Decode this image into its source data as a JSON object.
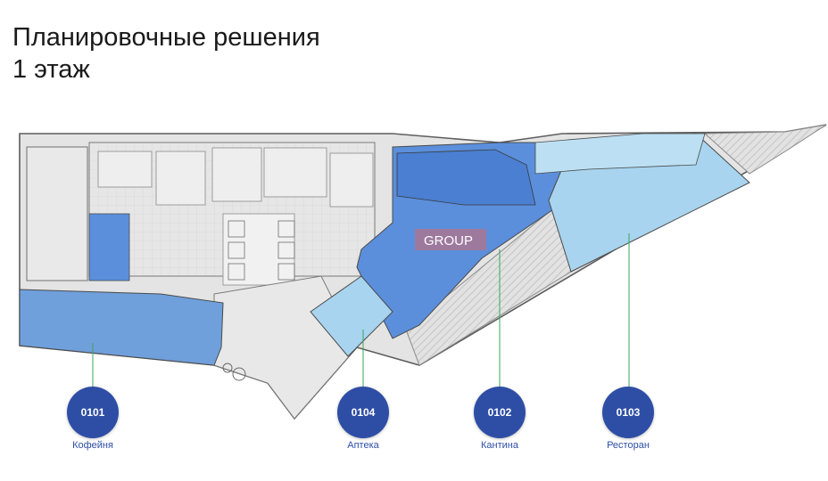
{
  "header": {
    "title_line1": "Планировочные решения",
    "title_line2": "1 этаж"
  },
  "watermark": "GROUP",
  "units": [
    {
      "id": "0101",
      "name": "Кофейня",
      "color": "#3e6fcf"
    },
    {
      "id": "0104",
      "name": "Аптека",
      "color": "#a8d4ef"
    },
    {
      "id": "0102",
      "name": "Кантина",
      "color": "#5b8fdc"
    },
    {
      "id": "0103",
      "name": "Ресторан",
      "color": "#a8d4ef"
    }
  ],
  "colors": {
    "circle": "#2e4ea6",
    "leader_line": "#3aa55a",
    "common_area": "#dcdcdc",
    "wall": "#6b6b6b"
  }
}
